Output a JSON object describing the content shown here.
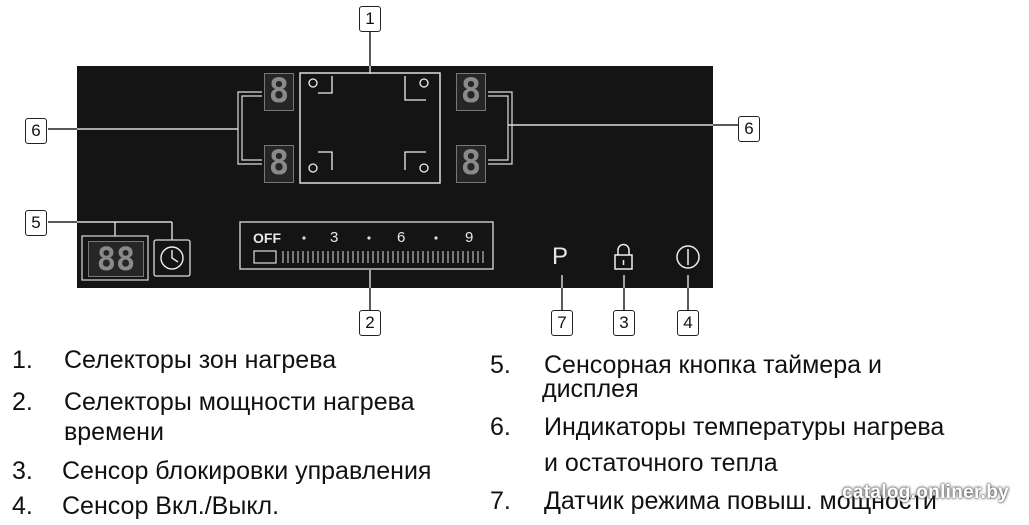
{
  "callouts": {
    "zone_selectors": "1",
    "power_selectors": "2",
    "lock_sensor": "3",
    "power_switch": "4",
    "timer_button": "5",
    "indicators_left": "6",
    "indicators_right": "6",
    "boost_sensor": "7"
  },
  "panel": {
    "zone_displays": [
      "8",
      "8",
      "8",
      "8"
    ],
    "timer_display": "88",
    "scale_labels": [
      "OFF",
      "3",
      "6",
      "9"
    ],
    "boost_label": "P",
    "lock_icon": "lock-icon",
    "power_icon": "power-icon",
    "timer_icon": "clock-icon"
  },
  "legend": [
    {
      "num": "1.",
      "text": "Селекторы зон нагрева"
    },
    {
      "num": "2.",
      "text": "Селекторы мощности нагрева",
      "text2": "времени"
    },
    {
      "num": "3.",
      "text": "Сенсор блокировки управления"
    },
    {
      "num": "4.",
      "text": "Сенсор Вкл./Выкл."
    },
    {
      "num": "5.",
      "text": "Сенсорная кнопка таймера и",
      "text2": "дисплея"
    },
    {
      "num": "6.",
      "text": "Индикаторы температуры нагрева",
      "text2": "и остаточного тепла"
    },
    {
      "num": "7.",
      "text": "Датчик режима повыш. мощности"
    }
  ],
  "watermark": "catalog.onliner.by"
}
